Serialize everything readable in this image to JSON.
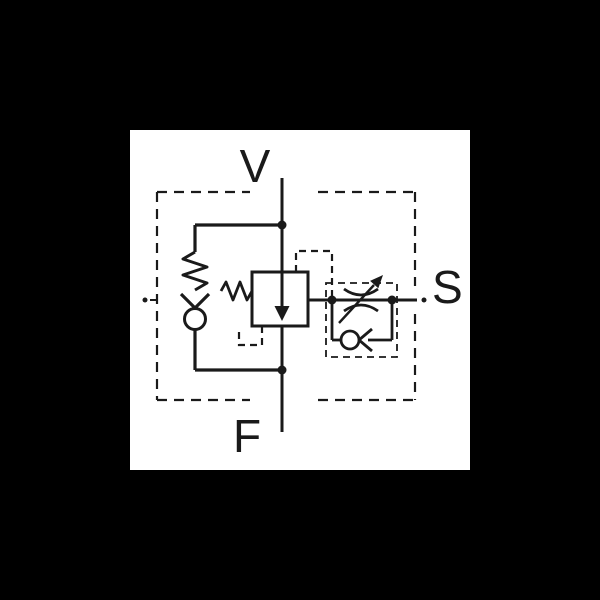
{
  "scene": {
    "background_color": "#000000",
    "sheet_color": "#ffffff",
    "line_color": "#1a1a1a"
  },
  "diagram": {
    "kind": "hydraulic valve schematic",
    "ports": {
      "top": "V",
      "bottom": "F",
      "side": "S"
    },
    "symbols": [
      "dashed-component-enclosure",
      "main-flow-line-top-to-bottom",
      "pressure-valve-envelope-with-down-arrow",
      "valve-spring",
      "pilot-dashed-lines",
      "spring-loaded-check-valve-left-branch",
      "adjustable-throttle-valve",
      "bypass-check-valve",
      "junction-dots"
    ]
  }
}
